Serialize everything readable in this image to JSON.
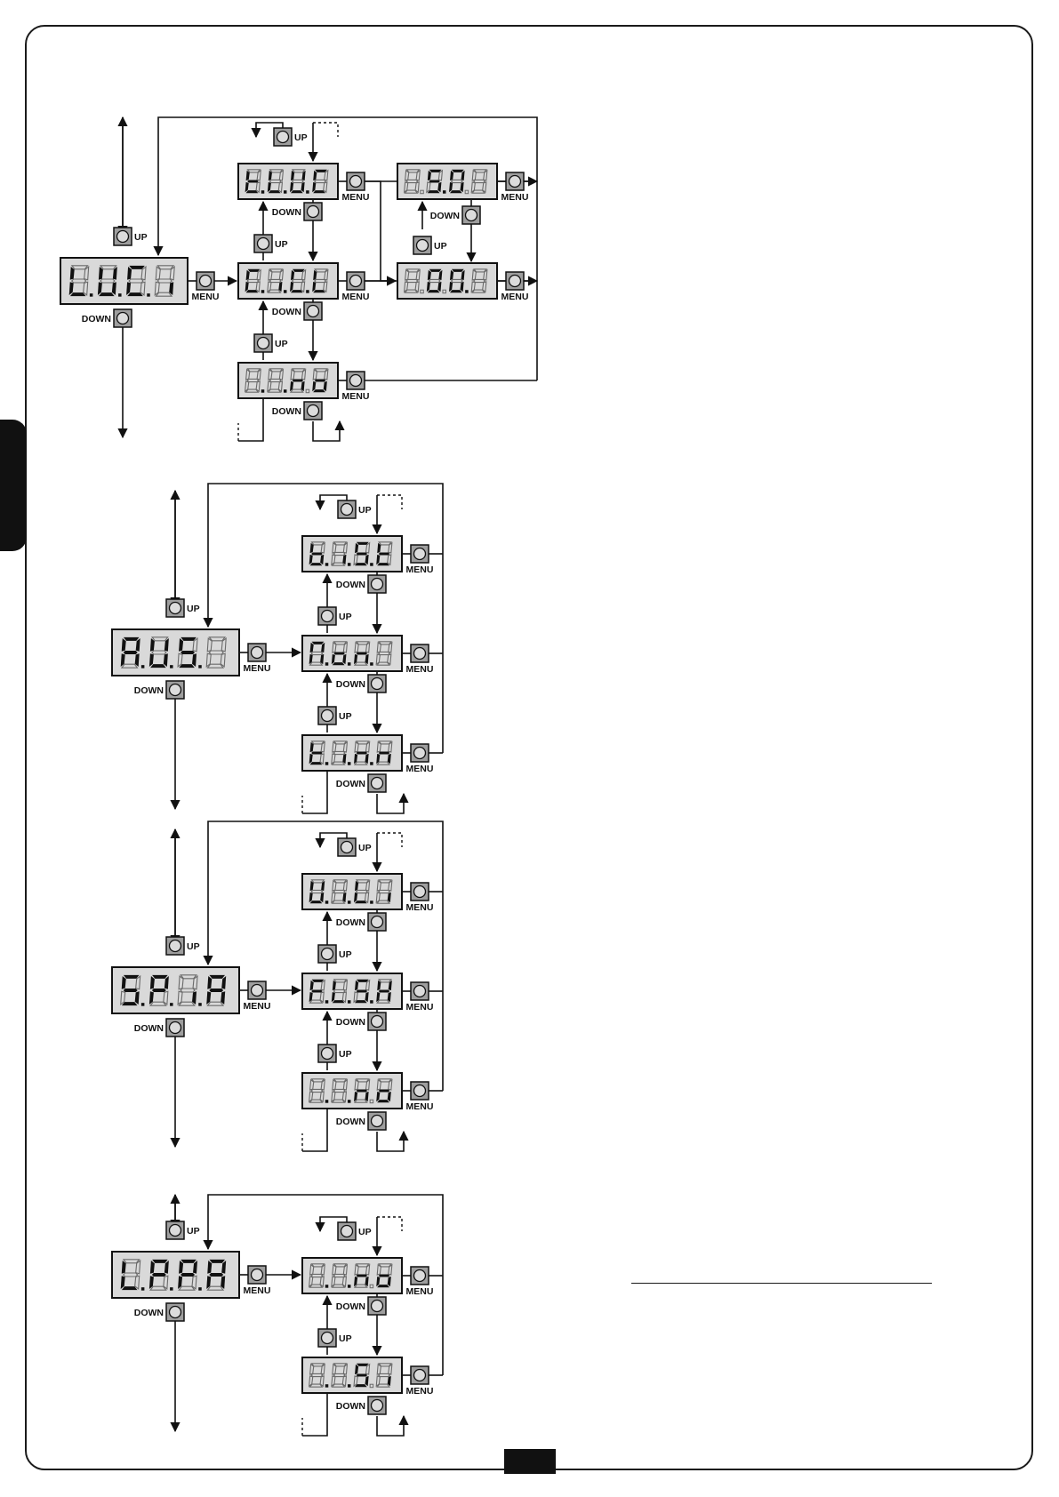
{
  "colors": {
    "ink": "#111111",
    "display_bg": "#d9d9d9",
    "button_bg": "#9e9e9e"
  },
  "labels": {
    "up": "UP",
    "down": "DOWN",
    "menu": "MENU"
  },
  "menus": [
    {
      "id": "luci",
      "main": {
        "code": "LUCi",
        "dots": [
          1,
          1,
          1,
          0
        ]
      },
      "left_arrow": "both",
      "options": [
        {
          "code": "t.LUC",
          "dots": [
            1,
            1,
            1,
            0
          ]
        },
        {
          "code": "CiCL",
          "dots": [
            1,
            1,
            1,
            0
          ]
        },
        {
          "code": "  no",
          "dots": [
            1,
            1,
            0,
            0
          ]
        }
      ],
      "sub_values": [
        {
          "code": " 5.0 ",
          "dots": [
            0,
            1,
            0,
            0
          ],
          "prefix": "1"
        },
        {
          "code": " 0.0 ",
          "dots": [
            0,
            0,
            1,
            0
          ],
          "prefix": "0"
        }
      ]
    },
    {
      "id": "aus",
      "main": {
        "code": "AUS ",
        "dots": [
          1,
          1,
          1,
          0
        ]
      },
      "left_arrow": "both",
      "options": [
        {
          "code": "bist",
          "dots": [
            1,
            1,
            1,
            0
          ]
        },
        {
          "code": "Non ",
          "dots": [
            1,
            1,
            1,
            0
          ]
        },
        {
          "code": "tinn",
          "dots": [
            1,
            1,
            1,
            0
          ]
        }
      ]
    },
    {
      "id": "spia",
      "main": {
        "code": "SPiA",
        "dots": [
          1,
          1,
          1,
          0
        ]
      },
      "left_arrow": "both",
      "options": [
        {
          "code": "WiLi",
          "dots": [
            1,
            1,
            1,
            0
          ]
        },
        {
          "code": "FLSH",
          "dots": [
            1,
            1,
            1,
            0
          ]
        },
        {
          "code": "  no",
          "dots": [
            1,
            1,
            0,
            0
          ]
        }
      ]
    },
    {
      "id": "lpp",
      "main": {
        "code": "LPPA",
        "dots": [
          1,
          1,
          1,
          0
        ]
      },
      "left_arrow": "both",
      "options": [
        {
          "code": "  no",
          "dots": [
            1,
            1,
            0,
            0
          ]
        },
        {
          "code": "  Si",
          "dots": [
            1,
            1,
            0,
            0
          ]
        }
      ]
    }
  ]
}
